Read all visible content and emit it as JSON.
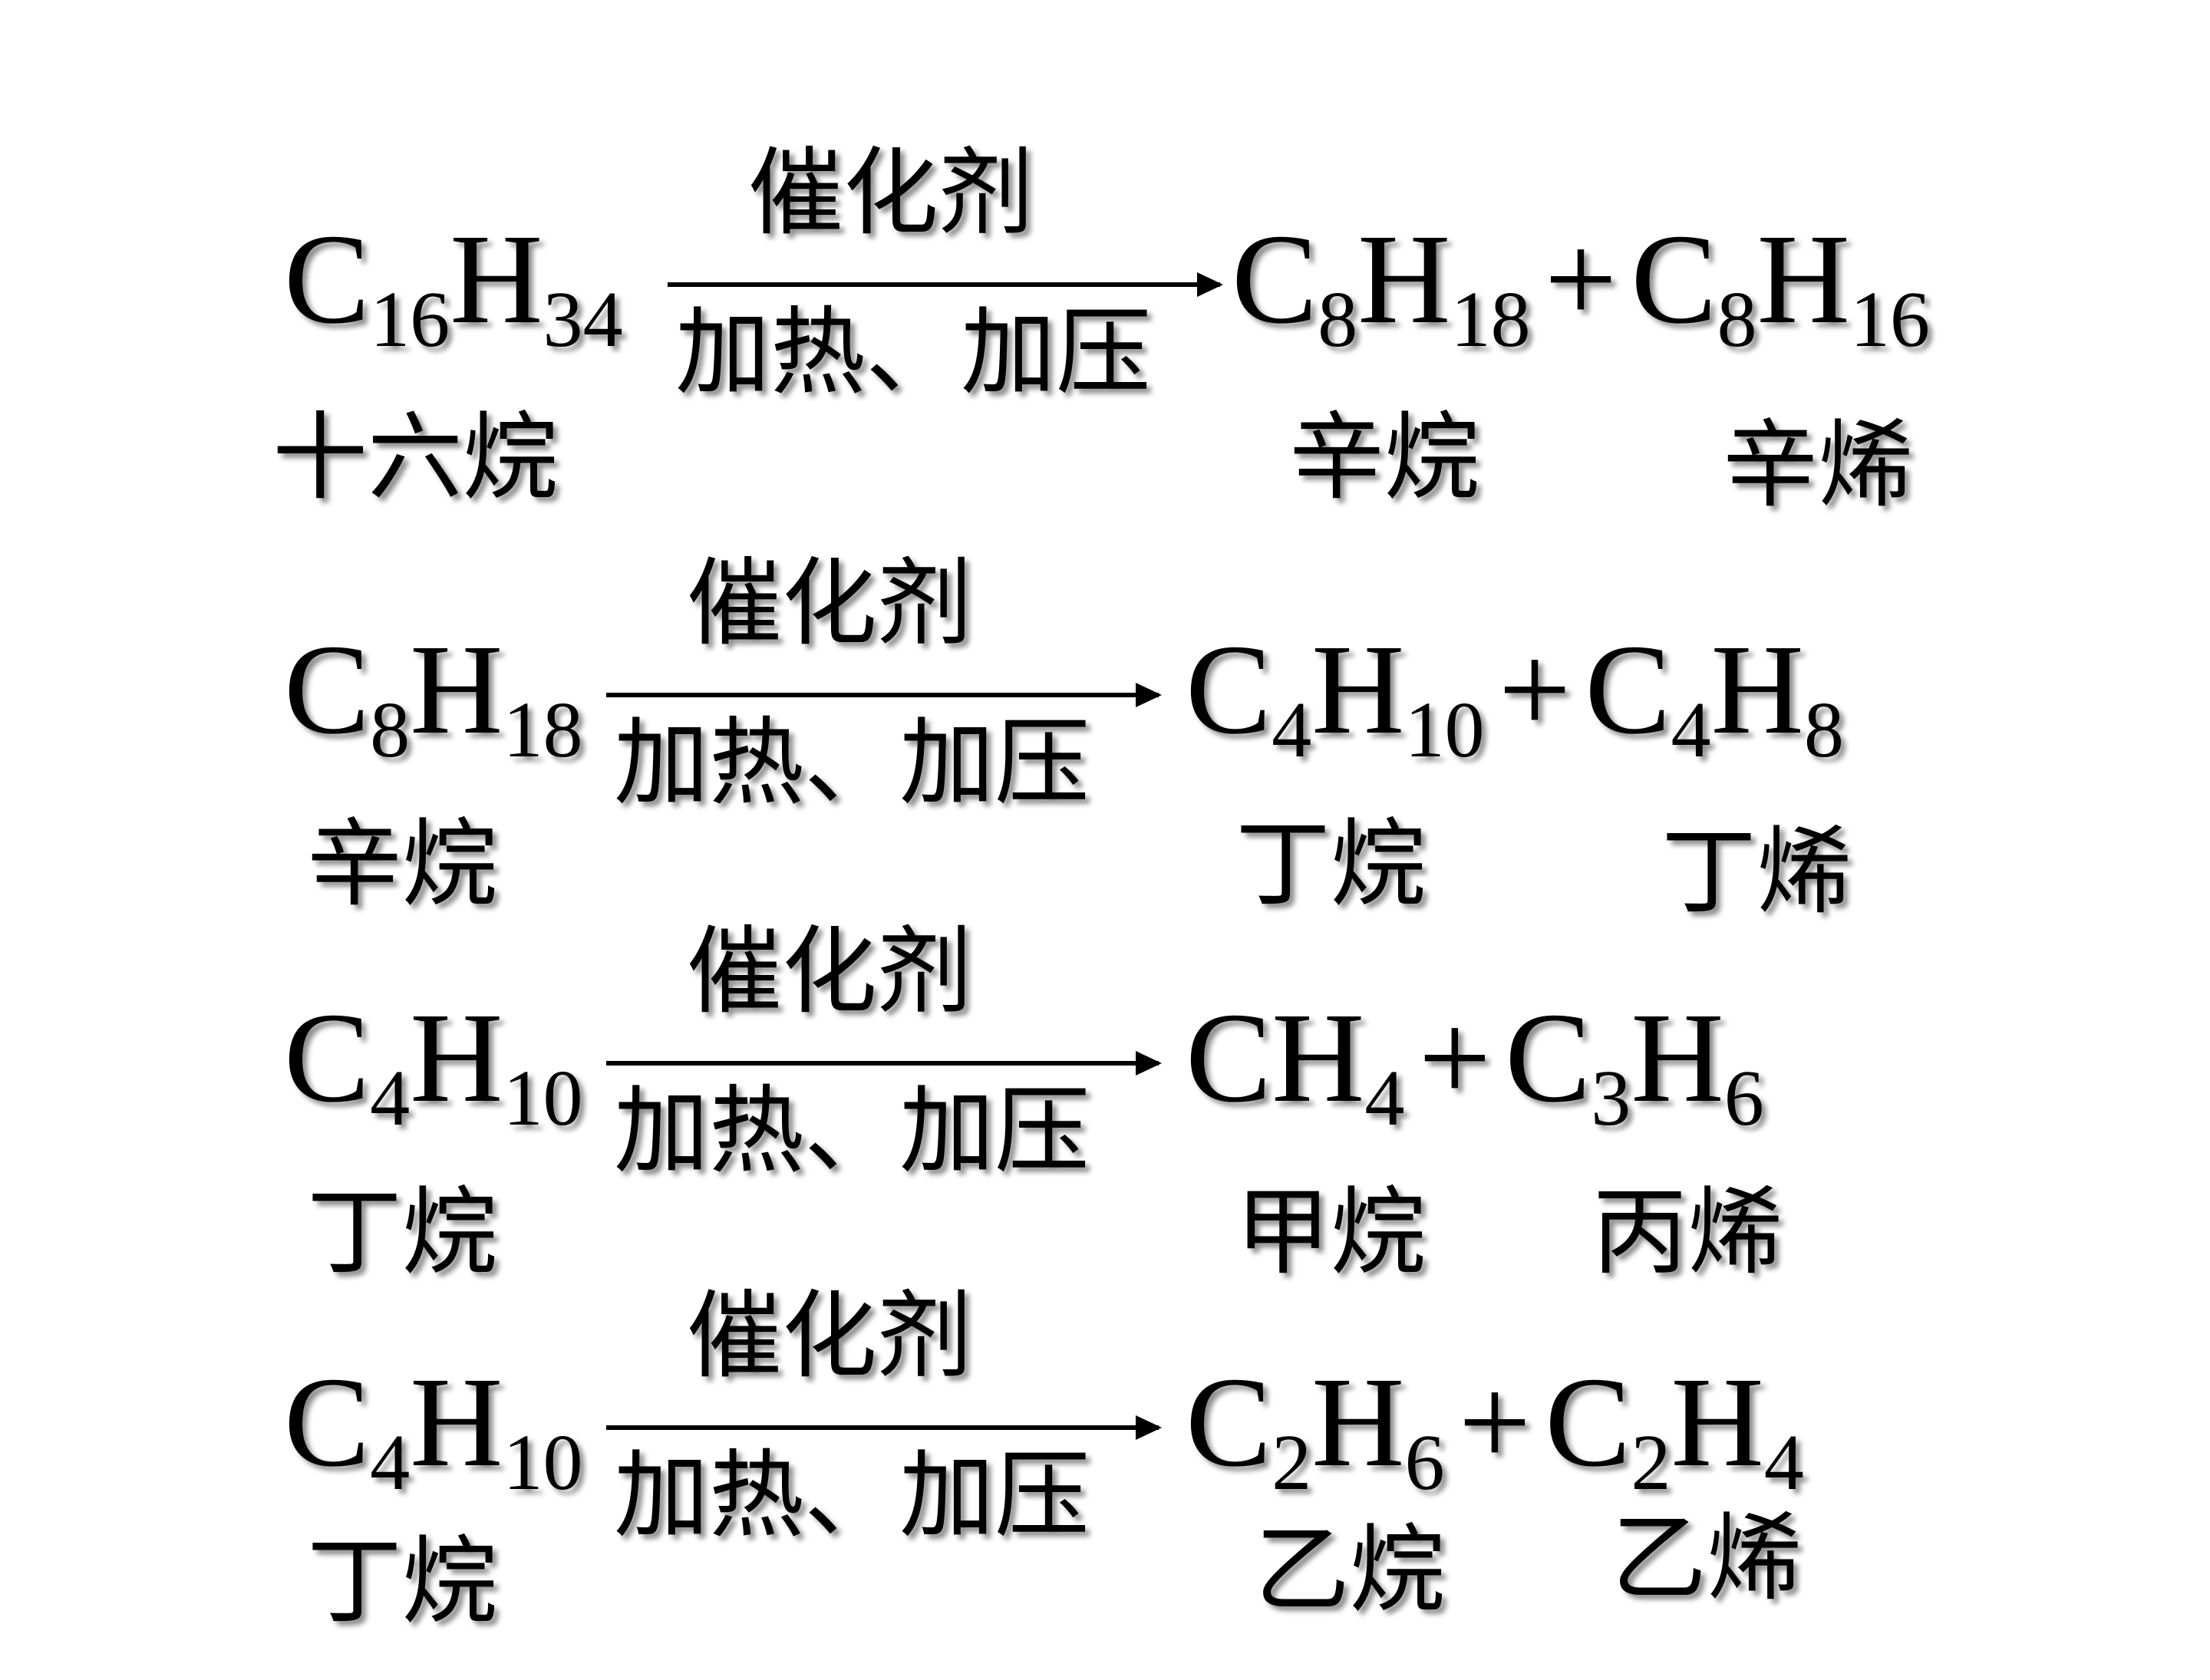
{
  "reactions": [
    {
      "reactant": {
        "el1": "C",
        "n1": "16",
        "el2": "H",
        "n2": "34"
      },
      "condition_top": "催化剂",
      "condition_bottom": "加热、加压",
      "product1": {
        "el1": "C",
        "n1": "8",
        "el2": "H",
        "n2": "18"
      },
      "plus": "+",
      "product2": {
        "el1": "C",
        "n1": "8",
        "el2": "H",
        "n2": "16"
      },
      "reactant_name": "十六烷",
      "product1_name": "辛烷",
      "product2_name": "辛烯"
    },
    {
      "reactant": {
        "el1": "C",
        "n1": "8",
        "el2": "H",
        "n2": "18"
      },
      "condition_top": "催化剂",
      "condition_bottom": "加热、加压",
      "product1": {
        "el1": "C",
        "n1": "4",
        "el2": "H",
        "n2": "10"
      },
      "plus": "+",
      "product2": {
        "el1": "C",
        "n1": "4",
        "el2": "H",
        "n2": "8"
      },
      "reactant_name": "辛烷",
      "product1_name": "丁烷",
      "product2_name": "丁烯"
    },
    {
      "reactant": {
        "el1": "C",
        "n1": "4",
        "el2": "H",
        "n2": "10"
      },
      "condition_top": "催化剂",
      "condition_bottom": "加热、加压",
      "product1": {
        "el1": "C",
        "n1": "",
        "el2": "H",
        "n2": "4"
      },
      "plus": "+",
      "product2": {
        "el1": "C",
        "n1": "3",
        "el2": "H",
        "n2": "6"
      },
      "reactant_name": "丁烷",
      "product1_name": "甲烷",
      "product2_name": "丙烯"
    },
    {
      "reactant": {
        "el1": "C",
        "n1": "4",
        "el2": "H",
        "n2": "10"
      },
      "condition_top": "催化剂",
      "condition_bottom": "加热、加压",
      "product1": {
        "el1": "C",
        "n1": "2",
        "el2": "H",
        "n2": "6"
      },
      "plus": "+",
      "product2": {
        "el1": "C",
        "n1": "2",
        "el2": "H",
        "n2": "4"
      },
      "reactant_name": "丁烷",
      "product1_name": "乙烷",
      "product2_name": "乙烯"
    }
  ]
}
